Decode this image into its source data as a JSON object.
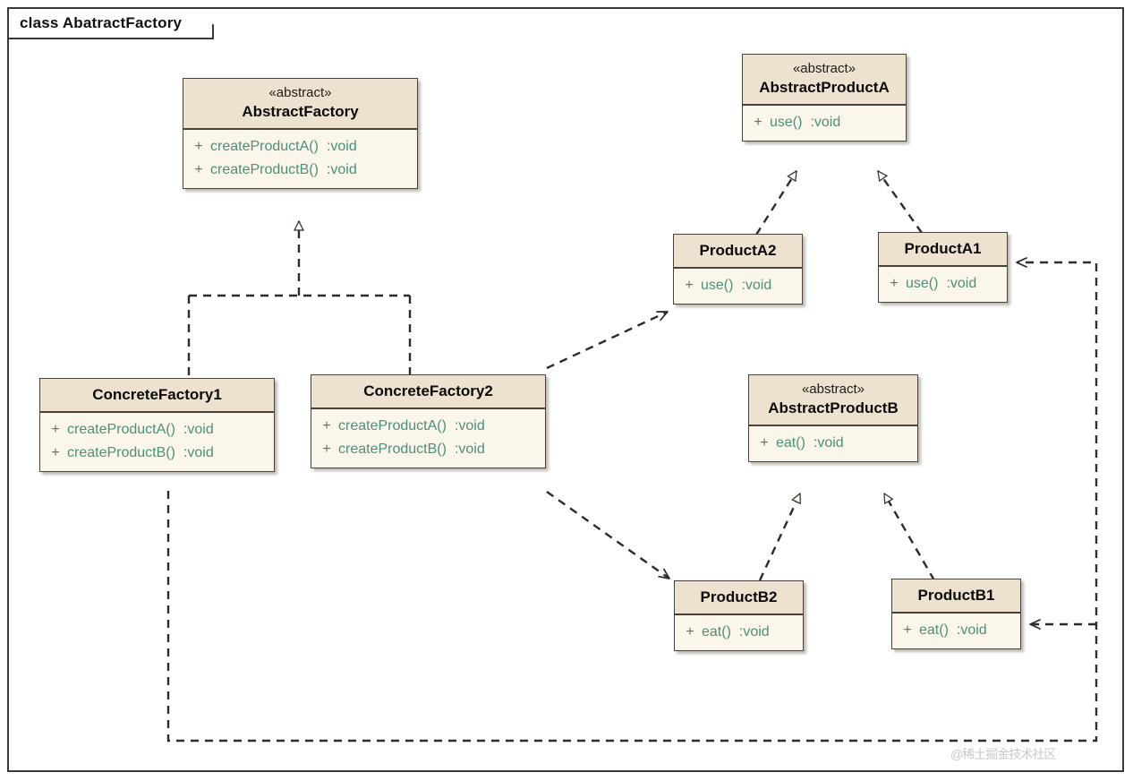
{
  "diagram": {
    "frame_label": "class AbatractFactory",
    "watermark": "@稀土掘金技术社区",
    "colors": {
      "box_header_fill": "#ece2cf",
      "box_body_fill": "#fbf6ec",
      "box_border": "#4a4238",
      "member_text": "#4d8f78",
      "visibility_text": "#6c6c64",
      "connector": "#2b2b2b",
      "frame_border": "#3a3a3a",
      "background": "#ffffff"
    },
    "stereotype_abstract": "«abstract»"
  },
  "classes": [
    {
      "id": "AbstractFactory",
      "stereotype": "«abstract»",
      "name": "AbstractFactory",
      "members": [
        {
          "vis": "+",
          "name": "createProductA()",
          "type": ":void"
        },
        {
          "vis": "+",
          "name": "createProductB()",
          "type": ":void"
        }
      ]
    },
    {
      "id": "AbstractProductA",
      "stereotype": "«abstract»",
      "name": "AbstractProductA",
      "members": [
        {
          "vis": "+",
          "name": "use()",
          "type": ":void"
        }
      ]
    },
    {
      "id": "ProductA2",
      "stereotype": "",
      "name": "ProductA2",
      "members": [
        {
          "vis": "+",
          "name": "use()",
          "type": ":void"
        }
      ]
    },
    {
      "id": "ProductA1",
      "stereotype": "",
      "name": "ProductA1",
      "members": [
        {
          "vis": "+",
          "name": "use()",
          "type": ":void"
        }
      ]
    },
    {
      "id": "ConcreteFactory1",
      "stereotype": "",
      "name": "ConcreteFactory1",
      "members": [
        {
          "vis": "+",
          "name": "createProductA()",
          "type": ":void"
        },
        {
          "vis": "+",
          "name": "createProductB()",
          "type": ":void"
        }
      ]
    },
    {
      "id": "ConcreteFactory2",
      "stereotype": "",
      "name": "ConcreteFactory2",
      "members": [
        {
          "vis": "+",
          "name": "createProductA()",
          "type": ":void"
        },
        {
          "vis": "+",
          "name": "createProductB()",
          "type": ":void"
        }
      ]
    },
    {
      "id": "AbstractProductB",
      "stereotype": "«abstract»",
      "name": "AbstractProductB",
      "members": [
        {
          "vis": "+",
          "name": "eat()",
          "type": ":void"
        }
      ]
    },
    {
      "id": "ProductB2",
      "stereotype": "",
      "name": "ProductB2",
      "members": [
        {
          "vis": "+",
          "name": "eat()",
          "type": ":void"
        }
      ]
    },
    {
      "id": "ProductB1",
      "stereotype": "",
      "name": "ProductB1",
      "members": [
        {
          "vis": "+",
          "name": "eat()",
          "type": ":void"
        }
      ]
    }
  ],
  "relations": [
    {
      "from": "ConcreteFactory1",
      "to": "AbstractFactory",
      "kind": "realization"
    },
    {
      "from": "ConcreteFactory2",
      "to": "AbstractFactory",
      "kind": "realization"
    },
    {
      "from": "ProductA2",
      "to": "AbstractProductA",
      "kind": "realization"
    },
    {
      "from": "ProductA1",
      "to": "AbstractProductA",
      "kind": "realization"
    },
    {
      "from": "ProductB2",
      "to": "AbstractProductB",
      "kind": "realization"
    },
    {
      "from": "ProductB1",
      "to": "AbstractProductB",
      "kind": "realization"
    },
    {
      "from": "ConcreteFactory2",
      "to": "ProductA2",
      "kind": "dependency"
    },
    {
      "from": "ConcreteFactory2",
      "to": "ProductB2",
      "kind": "dependency"
    },
    {
      "from": "ConcreteFactory1",
      "to": "ProductA1",
      "kind": "dependency"
    },
    {
      "from": "ConcreteFactory1",
      "to": "ProductB1",
      "kind": "dependency"
    }
  ]
}
